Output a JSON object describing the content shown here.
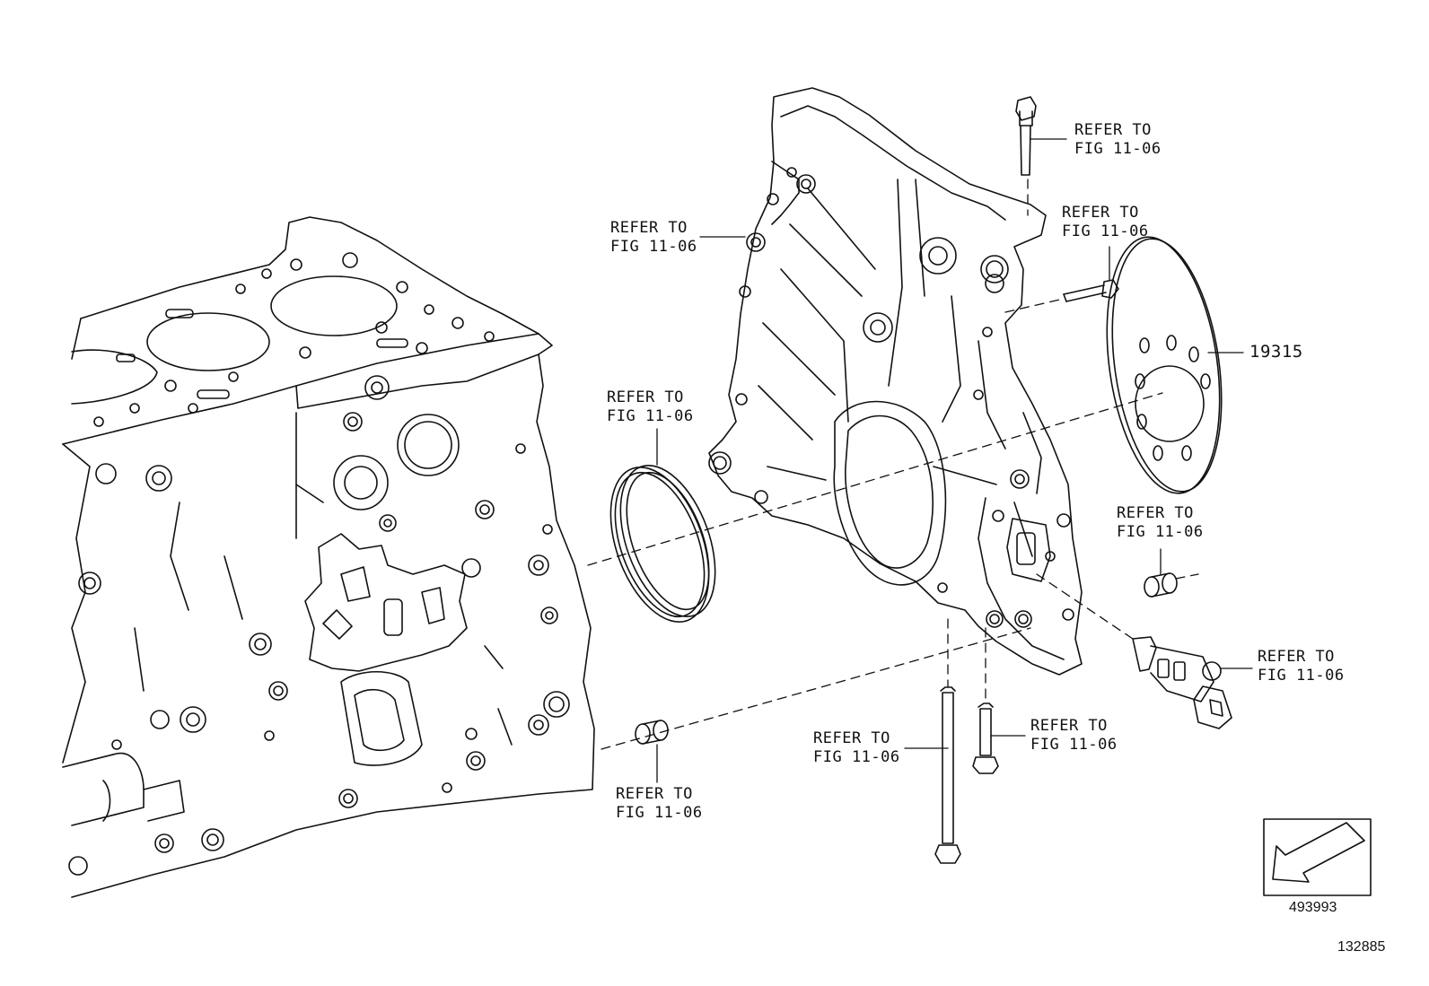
{
  "callouts": {
    "top_bolt": [
      "REFER TO",
      "FIG 11-06"
    ],
    "right_bolt": [
      "REFER TO",
      "FIG 11-06"
    ],
    "cover_left": [
      "REFER TO",
      "FIG 11-06"
    ],
    "oil_seal": [
      "REFER TO",
      "FIG 11-06"
    ],
    "dowel_right": [
      "REFER TO",
      "FIG 11-06"
    ],
    "sensor": [
      "REFER TO",
      "FIG 11-06"
    ],
    "long_bolt": [
      "REFER TO",
      "FIG 11-06"
    ],
    "short_bolt": [
      "REFER TO",
      "FIG 11-06"
    ],
    "dowel_left": [
      "REFER TO",
      "FIG 11-06"
    ]
  },
  "part_number": "19315",
  "orientation_code": "493993",
  "figure_code": "132885",
  "icons": {
    "orientation": "arrow-down-left-icon"
  }
}
